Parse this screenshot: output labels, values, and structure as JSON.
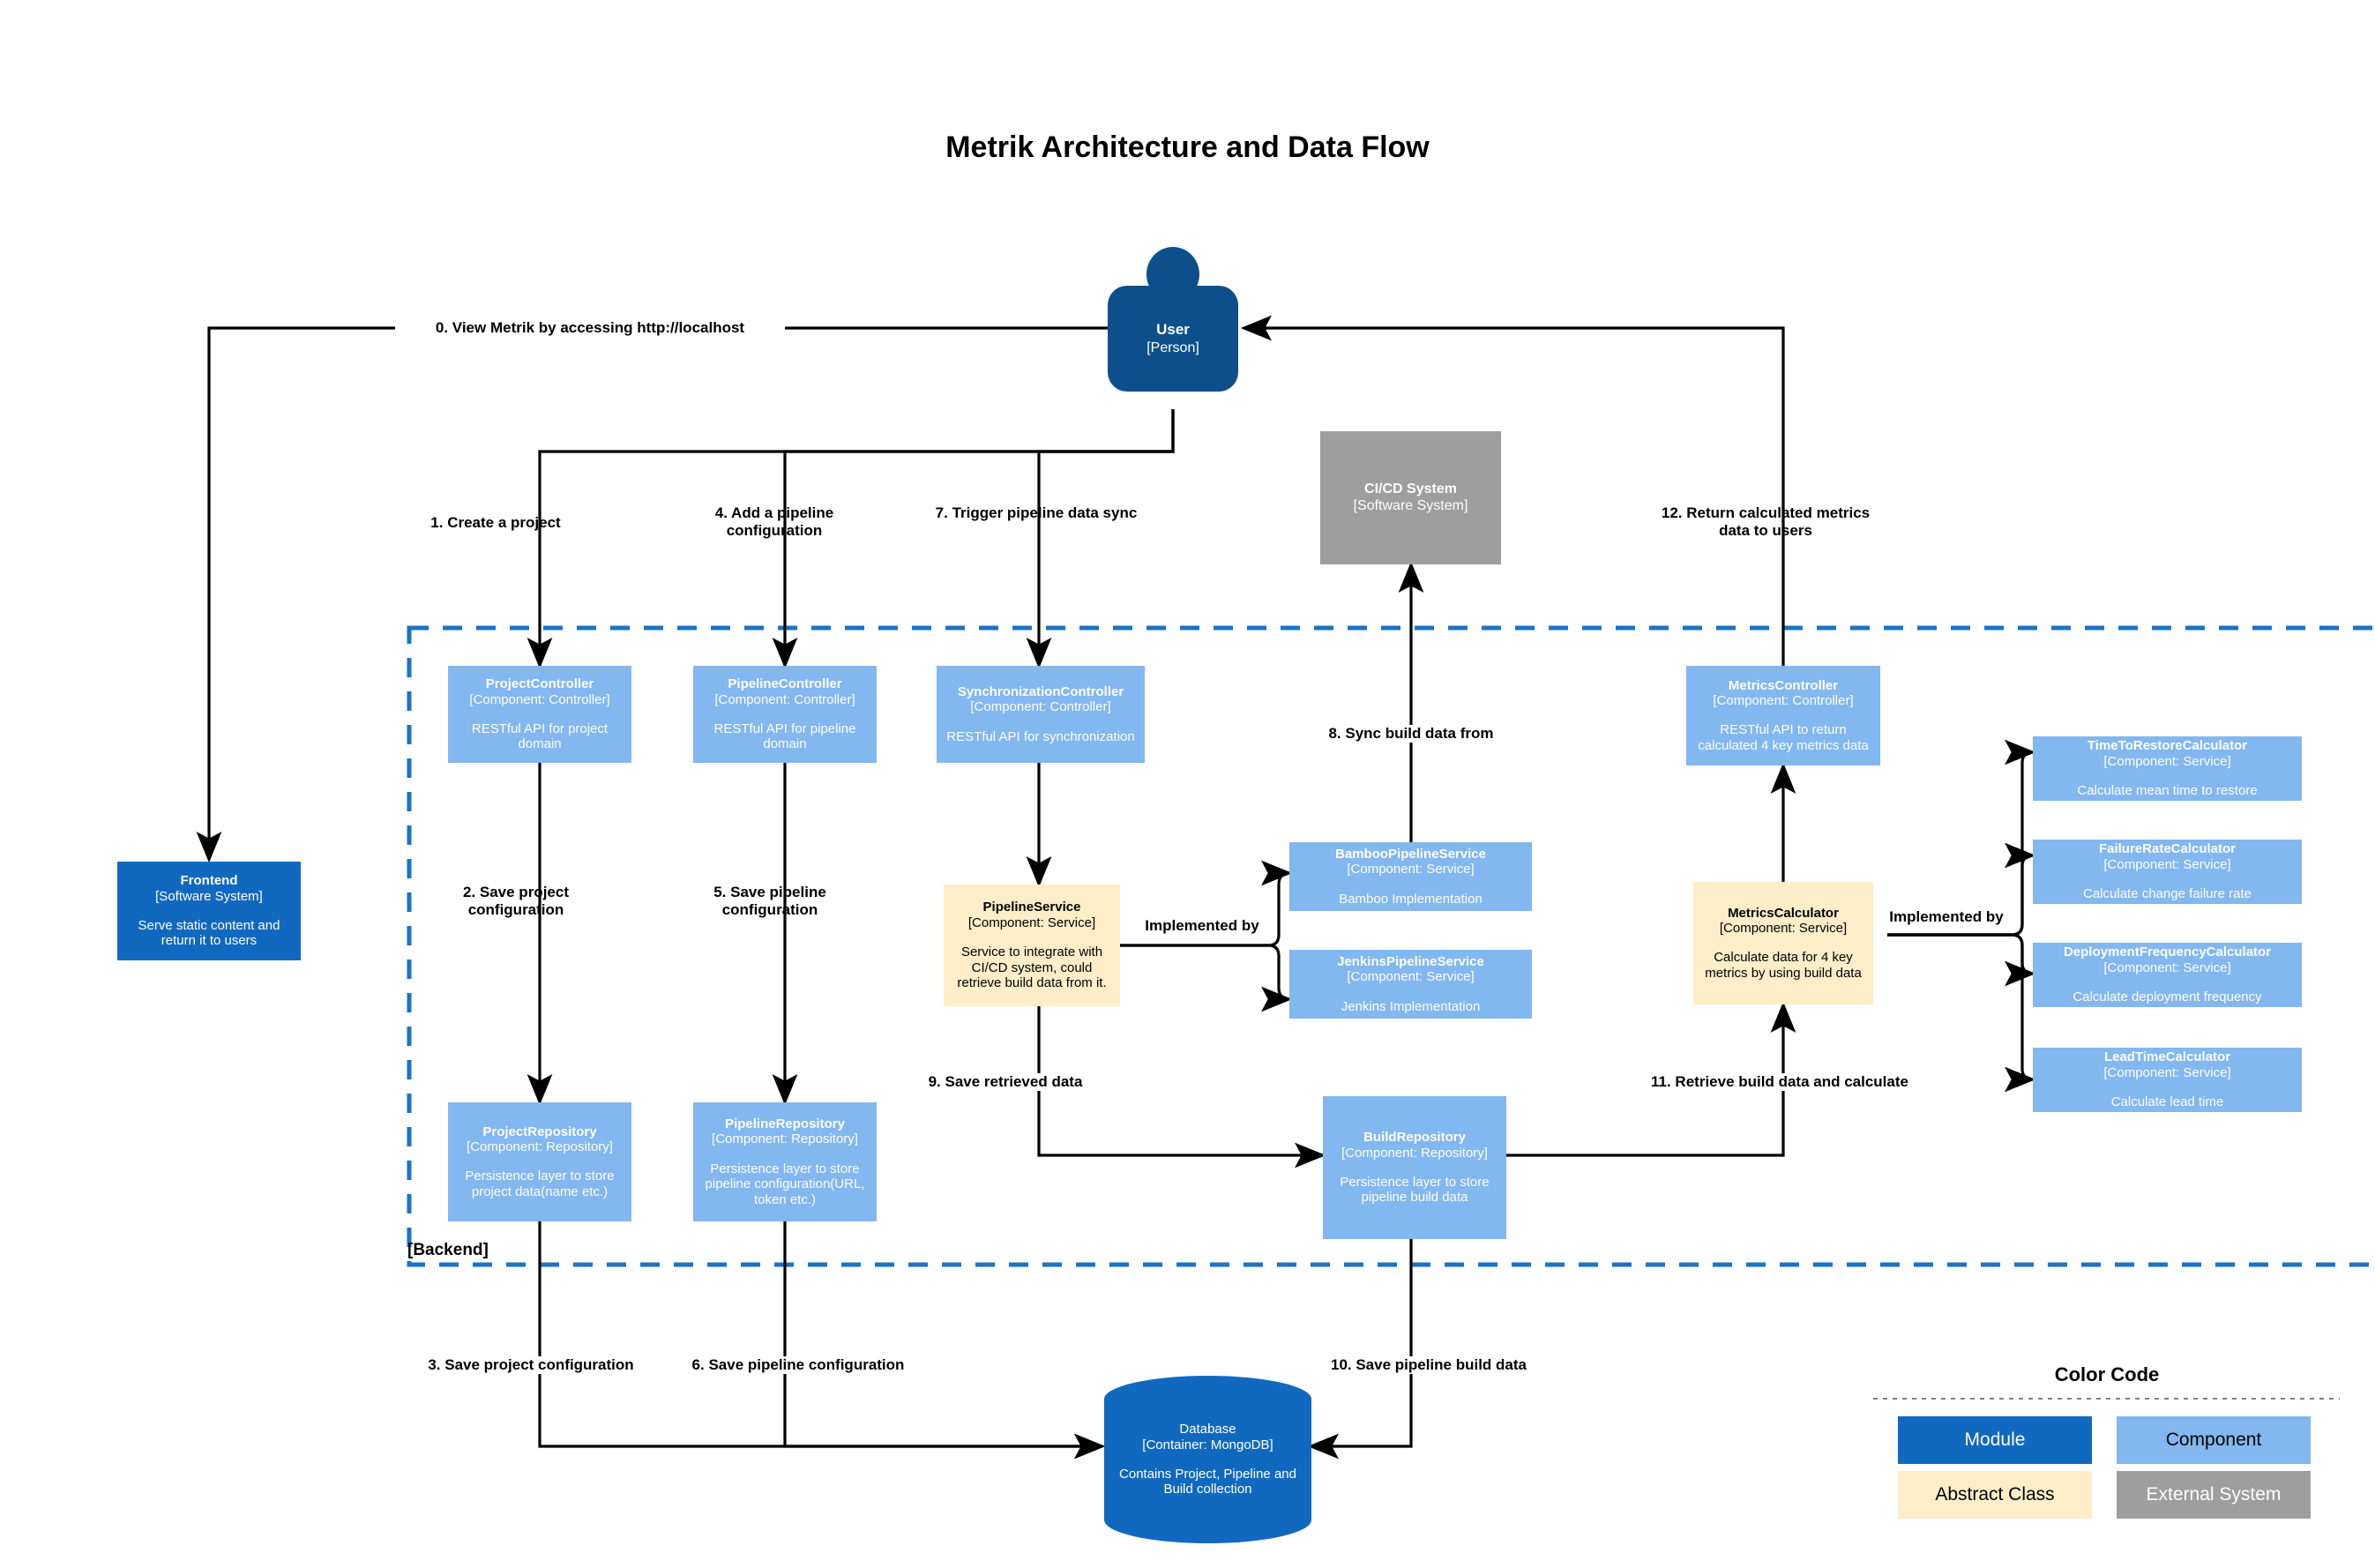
{
  "title": "Metrik Architecture and Data Flow",
  "boundary": {
    "label": "[Backend]"
  },
  "nodes": {
    "user": {
      "name": "User",
      "type": "[Person]"
    },
    "frontend": {
      "name": "Frontend",
      "type": "[Software System]",
      "desc": "Serve static content and return it to users"
    },
    "cicd": {
      "name": "CI/CD System",
      "type": "[Software System]",
      "desc": ""
    },
    "project_controller": {
      "name": "ProjectController",
      "type": "[Component: Controller]",
      "desc": "RESTful API for project domain"
    },
    "pipeline_controller": {
      "name": "PipelineController",
      "type": "[Component: Controller]",
      "desc": "RESTful API for pipeline domain"
    },
    "sync_controller": {
      "name": "SynchronizationController",
      "type": "[Component: Controller]",
      "desc": "RESTful API for synchronization"
    },
    "metrics_controller": {
      "name": "MetricsController",
      "type": "[Component: Controller]",
      "desc": "RESTful API to return calculated 4 key metrics data"
    },
    "pipeline_service": {
      "name": "PipelineService",
      "type": "[Component: Service]",
      "desc": "Service to integrate with CI/CD system, could retrieve build data from it."
    },
    "bamboo_service": {
      "name": "BambooPipelineService",
      "type": "[Component: Service]",
      "desc": "Bamboo Implementation"
    },
    "jenkins_service": {
      "name": "JenkinsPipelineService",
      "type": "[Component: Service]",
      "desc": "Jenkins Implementation"
    },
    "metrics_calculator": {
      "name": "MetricsCalculator",
      "type": "[Component: Service]",
      "desc": "Calculate data for 4 key metrics by using build data"
    },
    "time_to_restore": {
      "name": "TimeToRestoreCalculator",
      "type": "[Component: Service]",
      "desc": "Calculate mean time to restore"
    },
    "failure_rate": {
      "name": "FailureRateCalculator",
      "type": "[Component: Service]",
      "desc": "Calculate change failure rate"
    },
    "deployment_frequency": {
      "name": "DeploymentFrequencyCalculator",
      "type": "[Component: Service]",
      "desc": "Calculate deployment frequency"
    },
    "lead_time": {
      "name": "LeadTimeCalculator",
      "type": "[Component: Service]",
      "desc": "Calculate lead time"
    },
    "project_repository": {
      "name": "ProjectRepository",
      "type": "[Component: Repository]",
      "desc": "Persistence layer to store project data(name etc.)"
    },
    "pipeline_repository": {
      "name": "PipelineRepository",
      "type": "[Component: Repository]",
      "desc": "Persistence layer to store pipeline configuration(URL, token etc.)"
    },
    "build_repository": {
      "name": "BuildRepository",
      "type": "[Component: Repository]",
      "desc": "Persistence layer to store pipeline build data"
    },
    "database": {
      "name": "Database",
      "type": "[Container: MongoDB]",
      "desc": "Contains Project, Pipeline and Build collection"
    }
  },
  "edge_labels": {
    "e0": "0. View Metrik by accessing http://localhost",
    "e1": "1. Create a project",
    "e2": "2. Save project configuration",
    "e3": "3. Save project configuration",
    "e4": "4. Add a pipeline configuration",
    "e5": "5. Save pipeline configuration",
    "e6": "6. Save pipeline configuration",
    "e7": "7. Trigger pipeline data sync",
    "e8": "8. Sync build data from",
    "e9": "9. Save retrieved data",
    "e10": "10. Save pipeline build data",
    "e11": "11. Retrieve build data and calculate",
    "e12": "12. Return calculated metrics data to users",
    "impl_pipeline": "Implemented by",
    "impl_metrics": "Implemented by"
  },
  "legend": {
    "title": "Color Code",
    "items": [
      {
        "label": "Module",
        "color": "#1169bf"
      },
      {
        "label": "Component",
        "color": "#82b7f0"
      },
      {
        "label": "Abstract Class",
        "color": "#fdeec9"
      },
      {
        "label": "External System",
        "color": "#9e9e9e"
      }
    ]
  },
  "colors": {
    "module": "#1169bf",
    "component": "#82b7f0",
    "abstract": "#fdeec9",
    "external": "#9e9e9e",
    "person": "#0d4f8b",
    "boundary": "#1a73c7",
    "edge": "#000000"
  }
}
